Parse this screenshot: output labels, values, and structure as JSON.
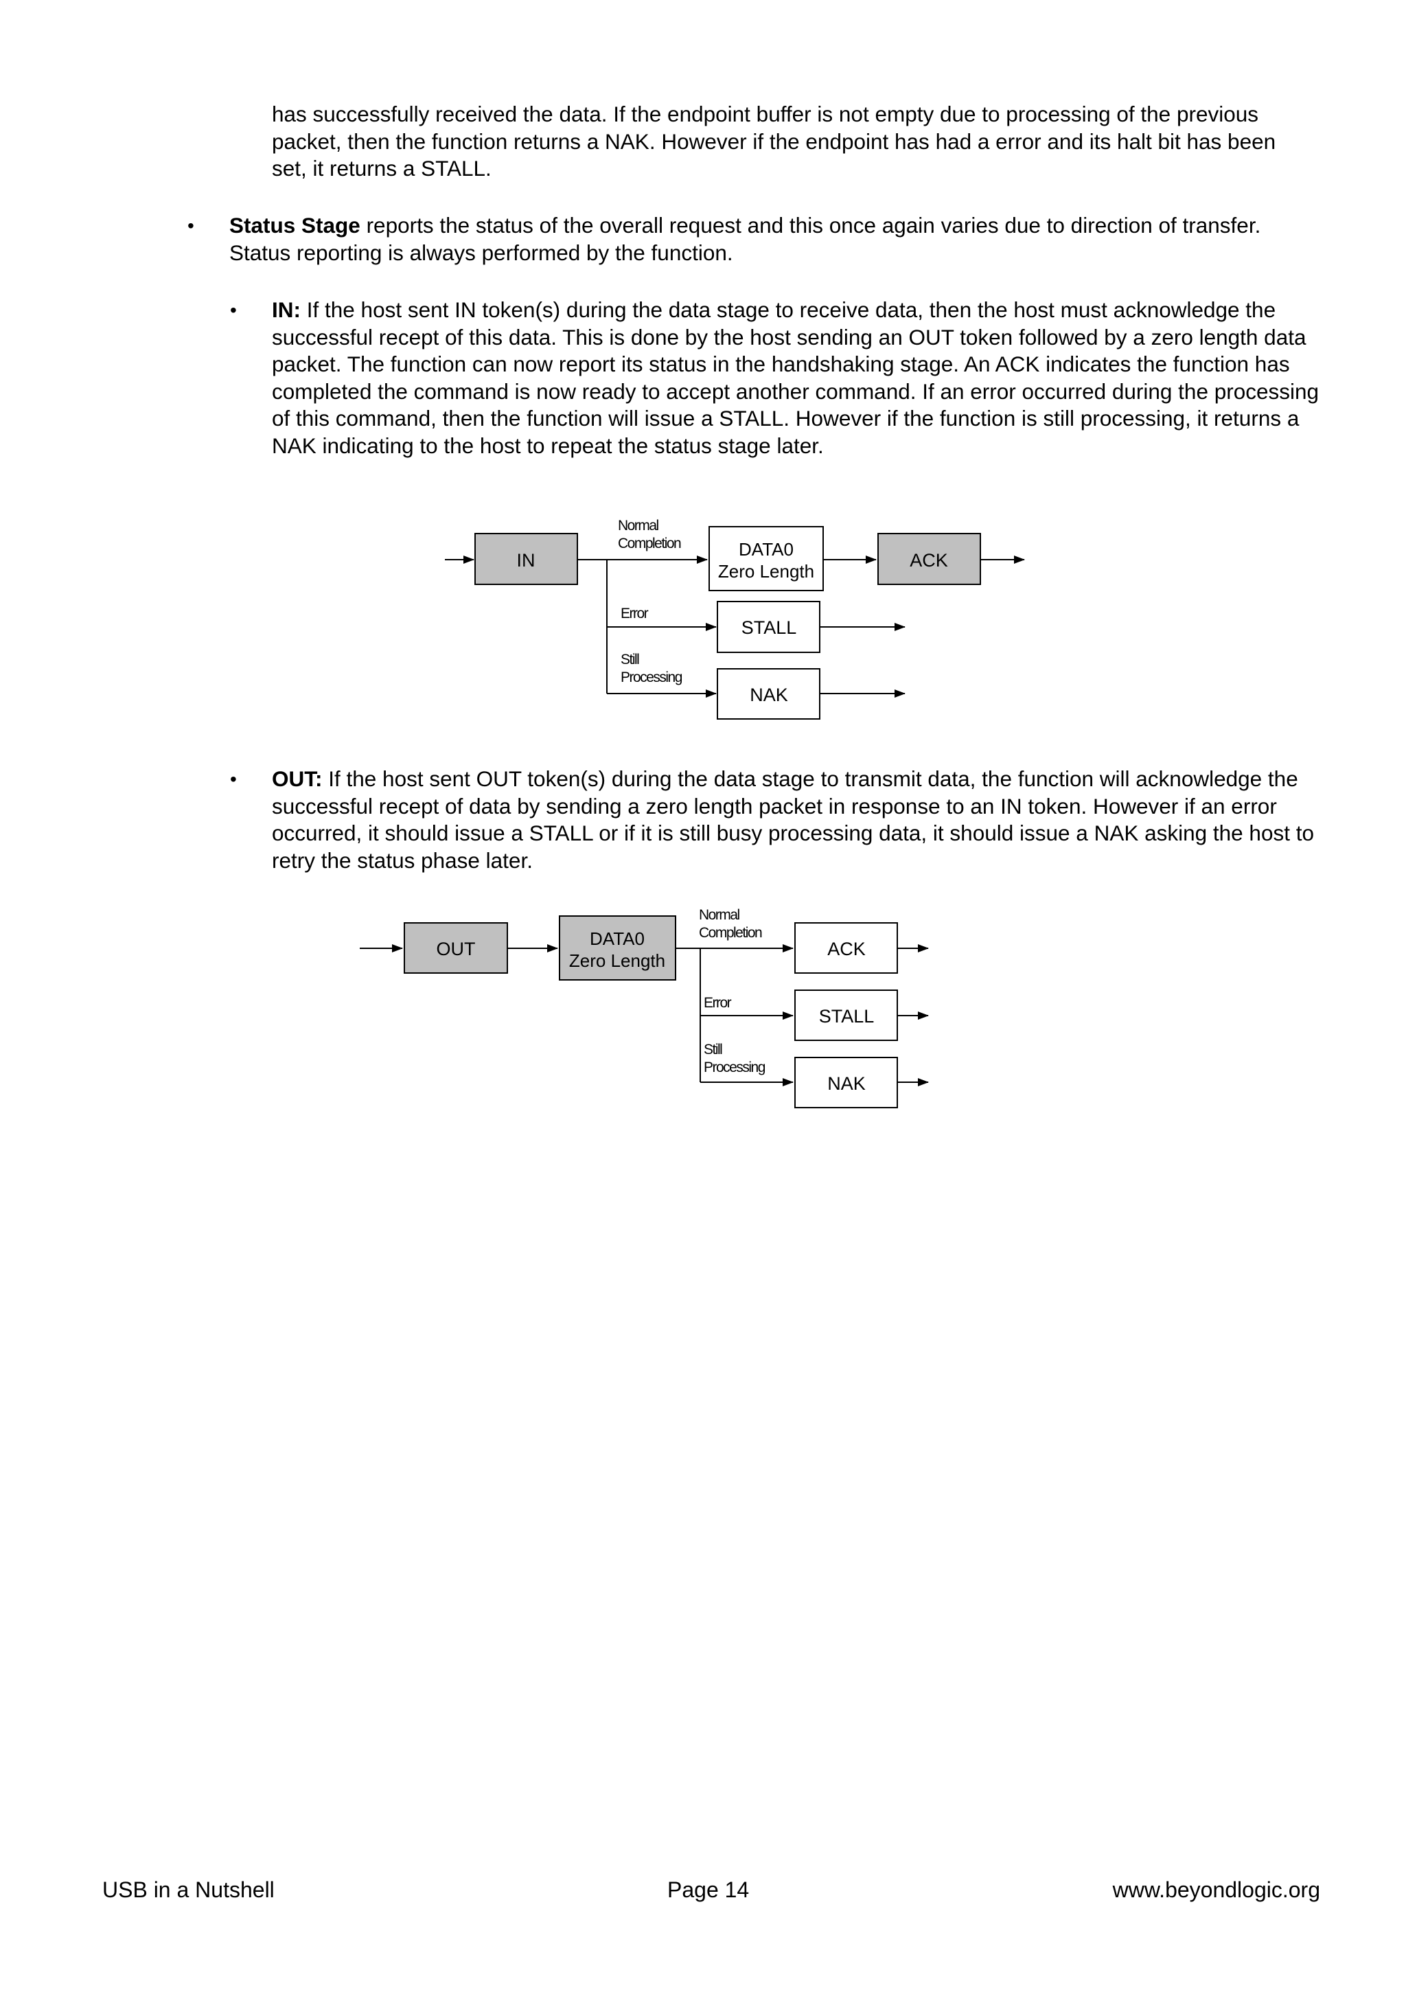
{
  "intro": {
    "text": "has successfully received the data. If the endpoint buffer is not empty due to processing of the previous packet, then the function returns a NAK. However if the endpoint has had a error and its halt bit has been set, it returns a STALL."
  },
  "status_stage": {
    "title": "Status Stage",
    "text": " reports the status of the overall request and this once again varies due to direction of transfer. Status reporting is always performed by the function."
  },
  "in_item": {
    "title": "IN:",
    "text": " If the host sent IN token(s) during the data stage to receive data, then the host must acknowledge the successful recept of this data. This is done by the host sending an OUT token followed by a zero length data packet. The function can now report its status in the handshaking stage. An ACK indicates the function has completed the command is now ready to accept another command. If an error occurred during the processing of this command, then the function will issue a STALL. However if the function is still processing, it returns a NAK indicating to the host to repeat the status stage later."
  },
  "out_item": {
    "title": "OUT:",
    "text": " If the host sent OUT token(s) during the data stage to transmit data, the function will acknowledge the successful recept of data by sending a zero length packet in response to an IN token. However if an error occurred, it should issue a STALL or if it is still busy processing data, it should issue a NAK asking the host to retry the status phase later."
  },
  "diagram_in": {
    "token": "IN",
    "normal_1": "Normal",
    "normal_2": "Completion",
    "data_1": "DATA0",
    "data_2": "Zero Length",
    "ack": "ACK",
    "error": "Error",
    "still_1": "Still",
    "still_2": "Processing",
    "stall": "STALL",
    "nak": "NAK"
  },
  "diagram_out": {
    "token": "OUT",
    "data_1": "DATA0",
    "data_2": "Zero Length",
    "normal_1": "Normal",
    "normal_2": "Completion",
    "ack": "ACK",
    "error": "Error",
    "still_1": "Still",
    "still_2": "Processing",
    "stall": "STALL",
    "nak": "NAK"
  },
  "footer": {
    "left": "USB in a Nutshell",
    "center": "Page 14",
    "right": "www.beyondlogic.org"
  },
  "colors": {
    "box_fill_grey": "#c0c0c0"
  }
}
